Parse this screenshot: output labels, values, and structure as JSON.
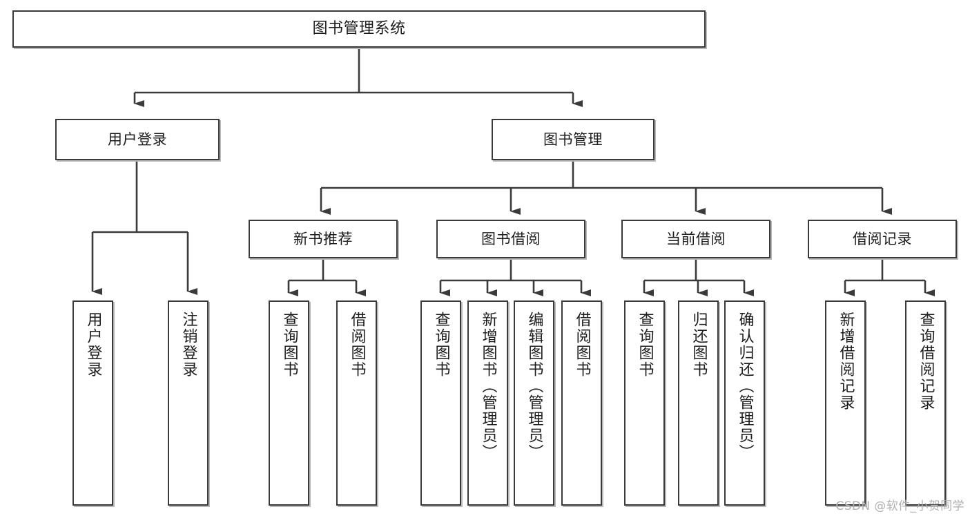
{
  "diagram": {
    "title": "图书管理系统",
    "watermark": "CSDN @软件_小贺同学",
    "colors": {
      "border": "#3a3a3a",
      "shadow": "#b9b9b9",
      "edge": "#3a3a3a",
      "background": "#ffffff",
      "text": "#1d1d1d",
      "watermark": "#b0b0b0"
    },
    "levels": {
      "root": "图书管理系统",
      "level2": [
        "用户登录",
        "图书管理"
      ],
      "level3": [
        "新书推荐",
        "图书借阅",
        "当前借阅",
        "借阅记录"
      ]
    },
    "nodes": {
      "root": {
        "label": "图书管理系统"
      },
      "user_login": {
        "label": "用户登录"
      },
      "book_manage": {
        "label": "图书管理"
      },
      "new_book_rec": {
        "label": "新书推荐"
      },
      "book_borrow": {
        "label": "图书借阅"
      },
      "current_borrow": {
        "label": "当前借阅"
      },
      "borrow_record": {
        "label": "借阅记录"
      },
      "leaf_user_login": {
        "label": "用户登录"
      },
      "leaf_logout": {
        "label": "注销登录"
      },
      "leaf_query_book_1": {
        "label": "查询图书"
      },
      "leaf_borrow_book_1": {
        "label": "借阅图书"
      },
      "leaf_query_book_2": {
        "label": "查询图书"
      },
      "leaf_add_book": {
        "label": "新增图书（管理员）"
      },
      "leaf_edit_book": {
        "label": "编辑图书（管理员）"
      },
      "leaf_borrow_book_2": {
        "label": "借阅图书"
      },
      "leaf_query_book_3": {
        "label": "查询图书"
      },
      "leaf_return_book": {
        "label": "归还图书"
      },
      "leaf_confirm_return": {
        "label": "确认归还（管理员）"
      },
      "leaf_add_record": {
        "label": "新增借阅记录"
      },
      "leaf_query_record": {
        "label": "查询借阅记录"
      }
    },
    "tree": {
      "name": "图书管理系统",
      "children": [
        {
          "name": "用户登录",
          "children": [
            {
              "name": "用户登录"
            },
            {
              "name": "注销登录"
            }
          ]
        },
        {
          "name": "图书管理",
          "children": [
            {
              "name": "新书推荐",
              "children": [
                {
                  "name": "查询图书"
                },
                {
                  "name": "借阅图书"
                }
              ]
            },
            {
              "name": "图书借阅",
              "children": [
                {
                  "name": "查询图书"
                },
                {
                  "name": "新增图书（管理员）"
                },
                {
                  "name": "编辑图书（管理员）"
                },
                {
                  "name": "借阅图书"
                }
              ]
            },
            {
              "name": "当前借阅",
              "children": [
                {
                  "name": "查询图书"
                },
                {
                  "name": "归还图书"
                },
                {
                  "name": "确认归还（管理员）"
                }
              ]
            },
            {
              "name": "借阅记录",
              "children": [
                {
                  "name": "新增借阅记录"
                },
                {
                  "name": "查询借阅记录"
                }
              ]
            }
          ]
        }
      ]
    }
  }
}
